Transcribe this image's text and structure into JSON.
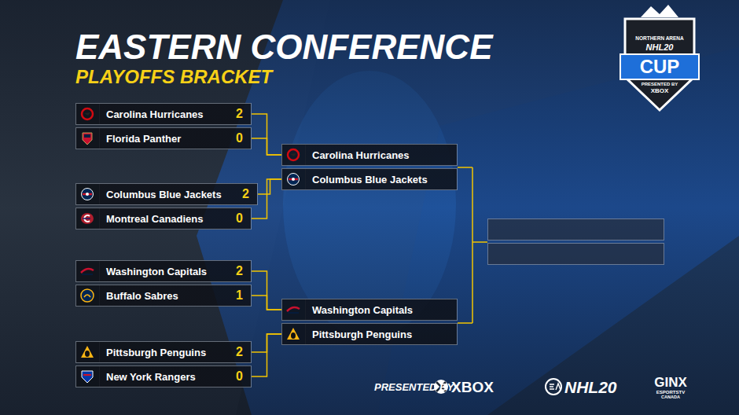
{
  "diagram": {
    "title": "EASTERN CONFERENCE",
    "nodes": [
      {
        "text": [
          "Carolina Hurricanes",
          "2"
        ]
      },
      {
        "text": [
          "Florida Panther",
          "0"
        ]
      },
      {
        "text": [
          "Columbus Blue Jackets",
          "2"
        ]
      },
      {
        "text": [
          "Montreal Canadiens",
          "0"
        ]
      },
      {
        "text": [
          "Washington Capitals",
          "2"
        ]
      },
      {
        "text": [
          "Buffalo Sabres",
          "1"
        ]
      },
      {
        "text": [
          "Pittsburgh Penguins",
          "2"
        ]
      },
      {
        "text": [
          "New York Rangers",
          "0"
        ]
      },
      {
        "text": [
          "Carolina Hurricanes"
        ]
      },
      {
        "text": [
          "Columbus Blue Jackets"
        ]
      },
      {
        "text": [
          "Washington Capitals"
        ]
      },
      {
        "text": [
          "Pittsburgh Penguins"
        ]
      }
    ],
    "edges": [
      {
        "from": 0,
        "to": 8,
        "arrow": "none"
      },
      {
        "from": 1,
        "to": 8,
        "arrow": "none"
      },
      {
        "from": 2,
        "to": 9,
        "arrow": "none"
      },
      {
        "from": 3,
        "to": 9,
        "arrow": "none"
      },
      {
        "from": 4,
        "to": 10,
        "arrow": "none"
      },
      {
        "from": 5,
        "to": 10,
        "arrow": "none"
      },
      {
        "from": 6,
        "to": 11,
        "arrow": "none"
      },
      {
        "from": 7,
        "to": 11,
        "arrow": "none"
      }
    ],
    "labels": [
      "PLAYOFFS BRACKET",
      "NORTHERN ARENA",
      "NHL20",
      "CUP",
      "PRESENTED BY",
      "XBOX",
      "PRESENTED BY:",
      "XBOX",
      "NHL20",
      "GINX",
      "ESPORTSTV",
      "CANADA"
    ]
  }
}
